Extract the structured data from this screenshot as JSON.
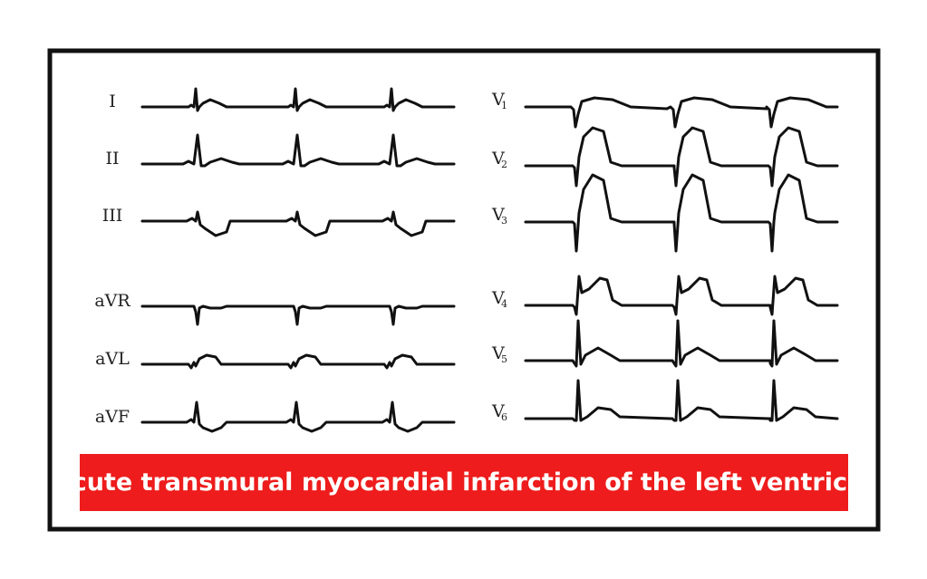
{
  "caption": "acute transmural myocardial infarction of the left ventricle",
  "colors": {
    "frame": "#111111",
    "banner": "#ee1c1c",
    "trace": "#111111",
    "caption_text": "#ffffff"
  },
  "limb_leads": [
    {
      "name": "I",
      "sub": "",
      "morphology": "lead-I"
    },
    {
      "name": "II",
      "sub": "",
      "morphology": "lead-II"
    },
    {
      "name": "III",
      "sub": "",
      "morphology": "lead-III"
    },
    {
      "name": "aVR",
      "sub": "",
      "morphology": "lead-aVR"
    },
    {
      "name": "aVL",
      "sub": "",
      "morphology": "lead-aVL"
    },
    {
      "name": "aVF",
      "sub": "",
      "morphology": "lead-aVF"
    }
  ],
  "chest_leads": [
    {
      "name": "V",
      "sub": "1",
      "morphology": "lead-V1"
    },
    {
      "name": "V",
      "sub": "2",
      "morphology": "lead-V2"
    },
    {
      "name": "V",
      "sub": "3",
      "morphology": "lead-V3"
    },
    {
      "name": "V",
      "sub": "4",
      "morphology": "lead-V4"
    },
    {
      "name": "V",
      "sub": "5",
      "morphology": "lead-V5"
    },
    {
      "name": "V",
      "sub": "6",
      "morphology": "lead-V6"
    }
  ]
}
